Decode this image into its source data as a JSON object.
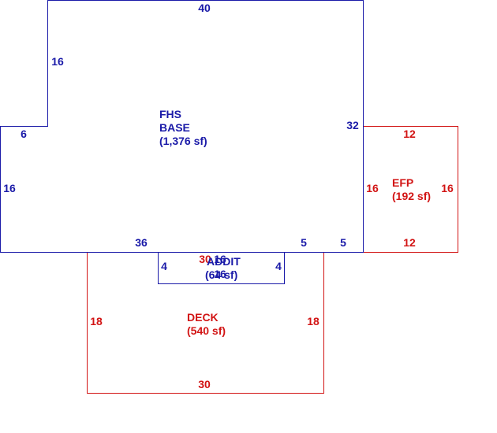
{
  "colors": {
    "base": "#1a1aa8",
    "addition": "#d21414"
  },
  "areas": {
    "base": {
      "name": "FHS",
      "name2": "BASE",
      "area": "(1,376 sf)"
    },
    "addit": {
      "name": "ADDIT",
      "area": "(64 sf)"
    },
    "efp": {
      "name": "EFP",
      "area": "(192 sf)"
    },
    "deck": {
      "name": "DECK",
      "area": "(540 sf)"
    }
  },
  "dimensions": {
    "base_top": "40",
    "base_upper_left": "16",
    "base_step": "6",
    "base_left": "16",
    "base_right": "32",
    "base_bottom": "36",
    "base_bottom_mid": "5",
    "base_bottom_right": "5",
    "addit_left": "4",
    "addit_right": "4",
    "addit_top": "16",
    "addit_bottom": "16",
    "efp_top": "12",
    "efp_bottom": "12",
    "efp_left": "16",
    "efp_right": "16",
    "deck_top": "30",
    "deck_left": "18",
    "deck_right": "18",
    "deck_bottom": "30"
  }
}
